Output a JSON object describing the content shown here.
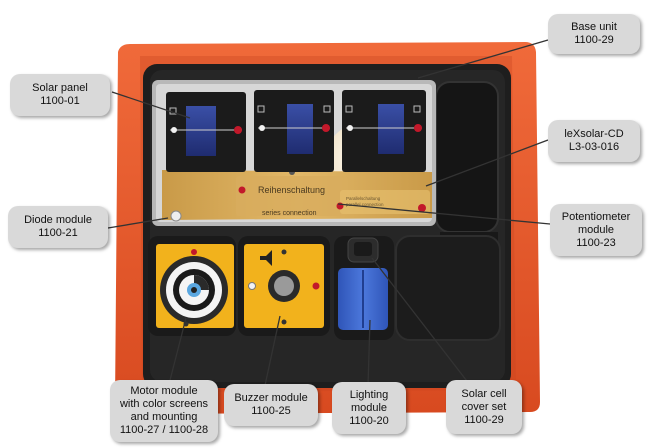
{
  "photo": {
    "silkscreen_center": "Reihenschaltung",
    "silkscreen_center_sub": "series connection",
    "silkscreen_right": "Parallelschaltung",
    "silkscreen_right_sub": "parallel connection"
  },
  "callouts": {
    "solar_panel": {
      "name": "Solar panel",
      "code": "1100-01"
    },
    "base_unit": {
      "name": "Base unit",
      "code": "1100-29"
    },
    "lexsolar_cd": {
      "name": "leXsolar-CD",
      "code": "L3-03-016"
    },
    "diode_module": {
      "name": "Diode  module",
      "code": "1100-21"
    },
    "potentiometer_module": {
      "line1": "Potentiometer",
      "line2": "module",
      "code": "1100-23"
    },
    "motor_module": {
      "line1": "Motor module",
      "line2": "with color screens",
      "line3": "and mounting",
      "code": "1100-27 / 1100-28"
    },
    "buzzer_module": {
      "name": "Buzzer module",
      "code": "1100-25"
    },
    "lighting_module": {
      "line1": "Lighting",
      "line2": "module",
      "code": "1100-20"
    },
    "solar_cell_cover": {
      "line1": "Solar cell",
      "line2": "cover set",
      "code": "1100-29"
    }
  },
  "colors": {
    "case_orange": "#e8542b",
    "tray_black": "#232323",
    "module_yellow": "#f2b21c",
    "pcb_amber": "#d9a650",
    "callout_gray": "#d9d9d9",
    "cell_blue": "#2a3a8c",
    "lighting_blue": "#3d63c8"
  }
}
